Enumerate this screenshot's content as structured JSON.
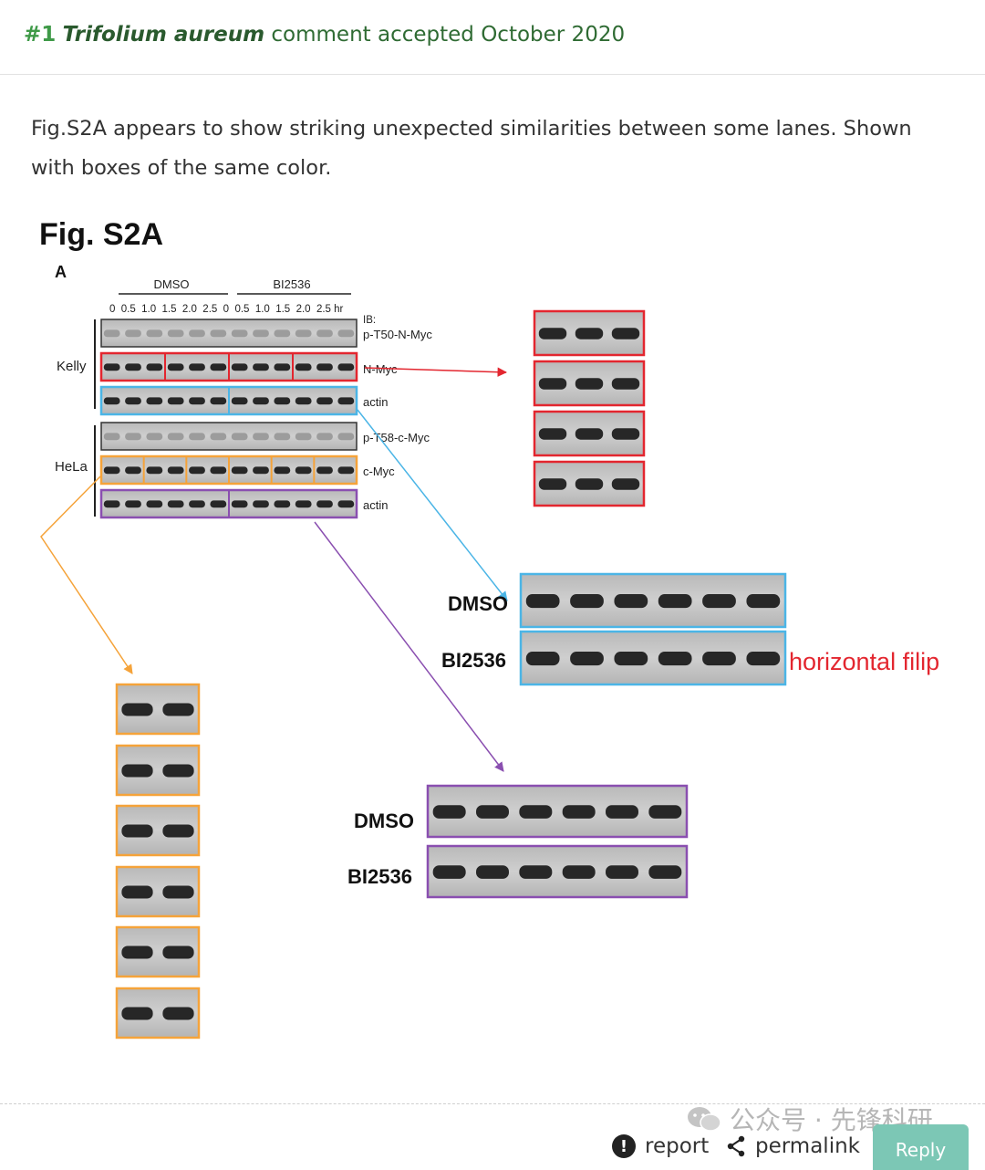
{
  "comment": {
    "number": "#1",
    "author": "Trifolium aureum",
    "status_text": "comment accepted October 2020",
    "body": "Fig.S2A appears to show striking unexpected similarities between some lanes. Shown with boxes of the same color."
  },
  "figure": {
    "title": "Fig. S2A",
    "panel": "A",
    "group_dmso": "DMSO",
    "group_bi": "BI2536",
    "timepoints": "0  0.5  1.0  1.5  2.0  2.5  0  0.5  1.0  1.5  2.0  2.5 hr",
    "ib_label": "IB:",
    "cell_kelly": "Kelly",
    "cell_hela": "HeLa",
    "label_pt50": "p-T50-N-Myc",
    "label_nmyc": "N-Myc",
    "label_actin1": "actin",
    "label_pt58": "p-T58-c-Myc",
    "label_cmyc": "c-Myc",
    "label_actin2": "actin",
    "zoom_blue_dmso": "DMSO",
    "zoom_blue_bi": "BI2536",
    "annotation": "horizontal filip",
    "zoom_purple_dmso": "DMSO",
    "zoom_purple_bi": "BI2536",
    "colors": {
      "red": "#e3262f",
      "blue": "#4bb5e6",
      "orange": "#f5a33a",
      "purple": "#8a4fb0"
    }
  },
  "footer": {
    "watermark": "公众号 · 先锋科研",
    "report_label": "report",
    "permalink_label": "permalink",
    "reply_label": "Reply"
  }
}
